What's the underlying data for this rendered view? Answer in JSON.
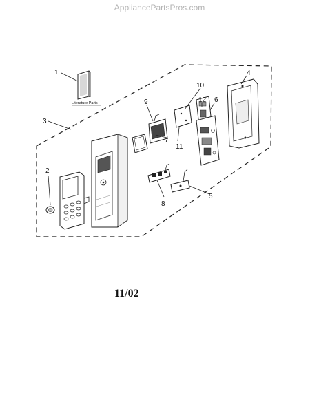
{
  "watermark": "AppliancePartsPros.com",
  "date_code": "11/02",
  "literature_label": "Literature Parts",
  "callouts": [
    "1",
    "2",
    "3",
    "4",
    "5",
    "6",
    "7",
    "8",
    "9",
    "10",
    "11",
    "12"
  ]
}
